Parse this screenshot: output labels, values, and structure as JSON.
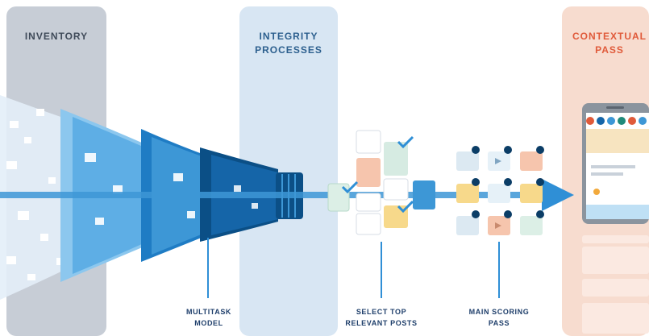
{
  "stages": {
    "inventory": "INVENTORY",
    "integrity": "INTEGRITY\nPROCESSES",
    "contextual": "CONTEXTUAL\nPASS"
  },
  "captions": {
    "multitask": "MULTITASK\nMODEL",
    "select": "SELECT TOP\nRELEVANT POSTS",
    "scoring": "MAIN SCORING\nPASS"
  },
  "colors": {
    "inventory_panel": "#c7cdd6",
    "integrity_panel": "#d8e6f3",
    "contextual_panel": "#f7dccf",
    "funnel_dark": "#0b4f86",
    "funnel_mid": "#1565a8",
    "funnel_light": "#3d97d6",
    "funnel_pale": "#8cc7ee",
    "arrow": "#2f8fd6",
    "contextual_title": "#e05a3a"
  },
  "icons": [
    "checkmark-icon",
    "play-icon",
    "image-icon",
    "arrow-right-icon",
    "phone-icon"
  ]
}
